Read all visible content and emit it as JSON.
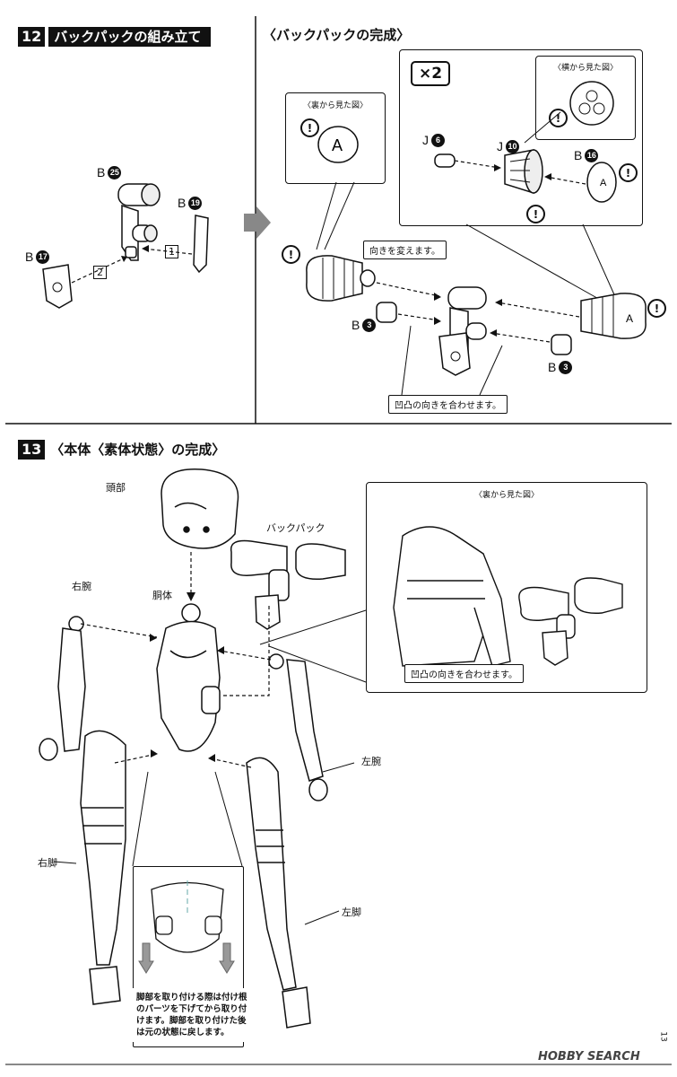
{
  "step12": {
    "number": "12",
    "title": "バックパックの組み立て",
    "parts": {
      "b25": {
        "letter": "B",
        "num": "25"
      },
      "b19": {
        "letter": "B",
        "num": "19"
      },
      "b17": {
        "letter": "B",
        "num": "17"
      }
    },
    "order_labels": [
      "1",
      "2"
    ]
  },
  "backpack_complete": {
    "title": "〈バックパックの完成〉",
    "back_view_caption": "〈裏から見た図〉",
    "side_view_caption": "〈横から見た図〉",
    "multiplier": "×2",
    "parts": {
      "j6": {
        "letter": "J",
        "num": "6"
      },
      "j10": {
        "letter": "J",
        "num": "10"
      },
      "b16": {
        "letter": "B",
        "num": "16"
      },
      "b3_left": {
        "letter": "B",
        "num": "3"
      },
      "b3_right": {
        "letter": "B",
        "num": "3"
      }
    },
    "note_orientation": "向きを変えます。",
    "note_align": "凹凸の向きを合わせます。",
    "excl": "!"
  },
  "step13": {
    "number": "13",
    "title": "〈本体〈素体状態〉の完成〉",
    "labels": {
      "head": "頭部",
      "backpack": "バックパック",
      "right_arm": "右腕",
      "torso": "胴体",
      "left_arm": "左腕",
      "right_leg": "右脚",
      "left_leg": "左脚"
    },
    "back_view_caption": "〈裏から見た図〉",
    "note_align": "凹凸の向きを合わせます。",
    "caution": "脚部を取り付ける際は付け根のパーツを下げてから取り付けます。脚部を取り付けた後は元の状態に戻します。"
  },
  "watermark": "HOBBY SEARCH",
  "page_number": "13"
}
